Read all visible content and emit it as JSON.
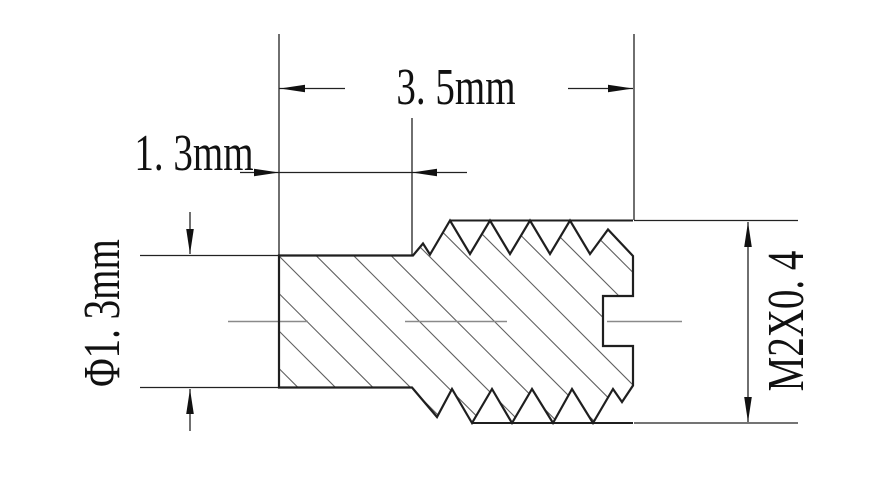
{
  "drawing": {
    "type": "technical-section-drawing",
    "subject": "slotted set screw cross-section",
    "labels": {
      "length_overall": "3. 5mm",
      "length_tip": "1. 3mm",
      "dia_tip": "Φ1. 3mm",
      "thread": "M2X0. 4"
    },
    "colors": {
      "background": "#ffffff",
      "outline": "#1f1f1f",
      "thin_line": "#222222",
      "hatch": "#5f5f5f",
      "centerline": "#8a8a8a"
    }
  }
}
